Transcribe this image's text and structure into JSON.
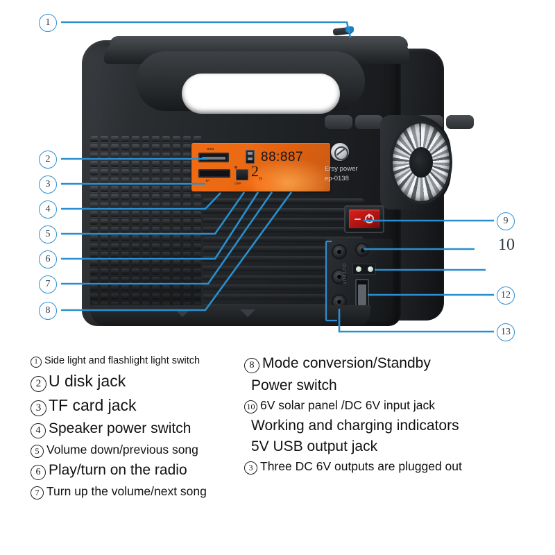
{
  "device": {
    "display_readout": "88:887",
    "brand_name": "Ersy power",
    "model": "ep-0138",
    "panel_button_label": "2",
    "usb_port_label": "USB",
    "tf_port_label": "TF",
    "panel_off_label": "OFF",
    "side_text": "OUTPUT",
    "accent_orange": "#ec6a14",
    "callout_blue": "#2a8fd0",
    "power_switch_color": "#c11613",
    "body_color": "#22262a"
  },
  "callouts": {
    "left": [
      "1",
      "2",
      "3",
      "4",
      "5",
      "6",
      "7",
      "8"
    ],
    "right": [
      "9",
      "10",
      "12",
      "13"
    ]
  },
  "legend": {
    "left_column": [
      {
        "num": "1",
        "text": "Side light and flashlight light switch",
        "size": "sz-s"
      },
      {
        "num": "2",
        "text": "U disk jack",
        "size": "sz-xl"
      },
      {
        "num": "3",
        "text": "TF card jack",
        "size": "sz-xl"
      },
      {
        "num": "4",
        "text": "Speaker power switch",
        "size": "sz-l"
      },
      {
        "num": "5",
        "text": "Volume down/previous song",
        "size": "sz-m"
      },
      {
        "num": "6",
        "text": "Play/turn on the radio",
        "size": "sz-l"
      },
      {
        "num": "7",
        "text": "Turn up the volume/next song",
        "size": "sz-m"
      }
    ],
    "right_column": [
      {
        "num": "8",
        "text": "Mode conversion/Standby",
        "size": "sz-l",
        "numbered": true
      },
      {
        "num": "",
        "text": "Power switch",
        "size": "sz-l",
        "numbered": false
      },
      {
        "num": "10",
        "text": "6V solar panel /DC 6V input jack",
        "size": "sz-m",
        "numbered": true
      },
      {
        "num": "",
        "text": "Working and charging indicators",
        "size": "sz-l",
        "numbered": false
      },
      {
        "num": "",
        "text": "5V USB output jack",
        "size": "sz-l",
        "numbered": false
      },
      {
        "num": "3",
        "text": "Three DC 6V outputs are plugged out",
        "size": "sz-m",
        "numbered": true
      }
    ]
  }
}
